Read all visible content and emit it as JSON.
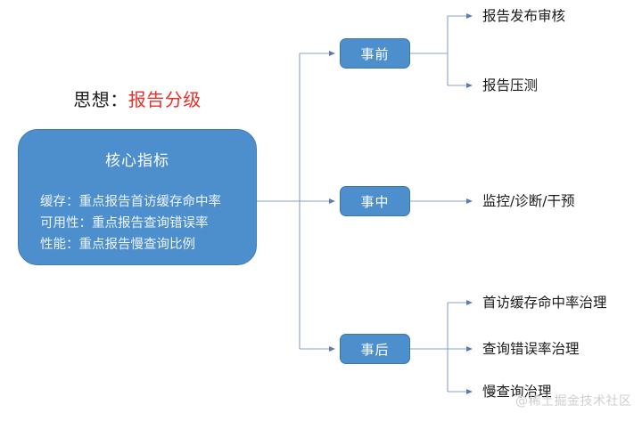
{
  "heading": {
    "label": "思想：",
    "value": "报告分级"
  },
  "card": {
    "title": "核心指标",
    "lines": [
      "缓存：重点报告首访缓存命中率",
      "可用性：重点报告查询错误率",
      "性能：重点报告慢查询比例"
    ]
  },
  "branches": [
    {
      "node": "事前",
      "leaves": [
        "报告发布审核",
        "报告压测"
      ]
    },
    {
      "node": "事中",
      "leaves": [
        "监控/诊断/干预"
      ]
    },
    {
      "node": "事后",
      "leaves": [
        "首访缓存命中率治理",
        "查询错误率治理",
        "慢查询治理"
      ]
    }
  ],
  "watermark": "@稀土掘金技术社区",
  "colors": {
    "node_fill": "#4d8fcc",
    "node_border": "#3b76ad",
    "card_fill": "#4d8fcc",
    "card_border": "#3e7cb4",
    "accent_red": "#e8312a",
    "wire": "#7f96c4",
    "text": "#1b1b1b",
    "background": "#ffffff"
  }
}
